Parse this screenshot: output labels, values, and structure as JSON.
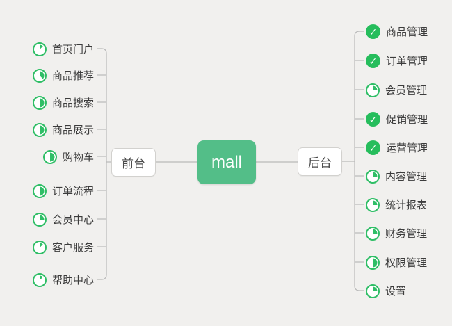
{
  "colors": {
    "background": "#f1f0ee",
    "connector": "#b9b9b9",
    "root_fill": "#53be88",
    "root_text": "#ffffff",
    "pie_green": "#2fbe66",
    "check_green": "#26bd5c",
    "topic_text": "#3c3c3c",
    "branch_border": "#d2d1ce",
    "branch_text": "#4a4a4a"
  },
  "root": {
    "label": "mall"
  },
  "branches": [
    {
      "label": "前台",
      "side": "left",
      "items": [
        {
          "label": "首页门户",
          "progress": 0.125
        },
        {
          "label": "商品推荐",
          "progress": 0.375
        },
        {
          "label": "商品搜索",
          "progress": 0.5
        },
        {
          "label": "商品展示",
          "progress": 0.5
        },
        {
          "label": "购物车",
          "progress": 0.5
        },
        {
          "label": "订单流程",
          "progress": 0.5
        },
        {
          "label": "会员中心",
          "progress": 0.25
        },
        {
          "label": "客户服务",
          "progress": 0.125
        },
        {
          "label": "帮助中心",
          "progress": 0.125
        }
      ]
    },
    {
      "label": "后台",
      "side": "right",
      "items": [
        {
          "label": "商品管理",
          "progress": "done"
        },
        {
          "label": "订单管理",
          "progress": "done"
        },
        {
          "label": "会员管理",
          "progress": 0.25
        },
        {
          "label": "促销管理",
          "progress": "done"
        },
        {
          "label": "运营管理",
          "progress": "done"
        },
        {
          "label": "内容管理",
          "progress": 0.25
        },
        {
          "label": "统计报表",
          "progress": 0.25
        },
        {
          "label": "财务管理",
          "progress": 0.25
        },
        {
          "label": "权限管理",
          "progress": 0.5
        },
        {
          "label": "设置",
          "progress": 0.25
        }
      ]
    }
  ],
  "icons": {
    "check": "✓"
  }
}
